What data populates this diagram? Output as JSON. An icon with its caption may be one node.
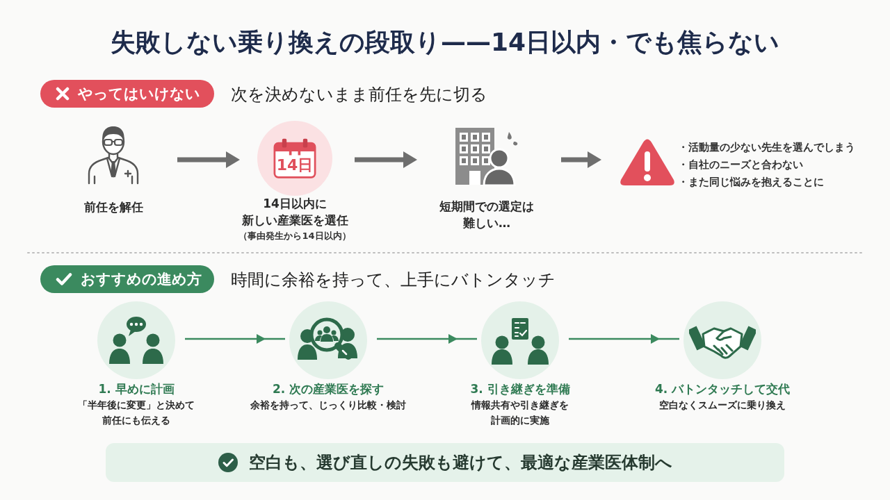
{
  "diagram": {
    "title": "失敗しない乗り換えの段取り——14日以内・でも焦らない",
    "nodes": [
      {
        "text": [
          "やってはいけない"
        ]
      },
      {
        "text": [
          "前任を解任"
        ]
      },
      {
        "text": [
          "14日",
          "14日以内に新しい産業医を選任",
          "（事由発生から14日以内）"
        ]
      },
      {
        "text": [
          "短期間での選定は難しい…"
        ]
      },
      {
        "text": [],
        "shape": "triangle",
        "beside": [
          "・活動量の少ない先生を選んでしまう",
          "・自社のニーズと合わない",
          "・また同じ悩みを抱えることに"
        ]
      },
      {
        "text": [
          "おすすめの進め方"
        ]
      },
      {
        "text": [
          "1. 早めに計画",
          "「半年後に変更」と決めて前任にも伝える"
        ]
      },
      {
        "text": [
          "2. 次の産業医を探す",
          "余裕を持って、じっくり比較・検討"
        ]
      },
      {
        "text": [
          "3. 引き継ぎを準備",
          "情報共有や引き継ぎを計画的に実施"
        ]
      },
      {
        "text": [
          "4. バトンタッチして交代",
          "空白なくスムーズに乗り換え"
        ]
      },
      {
        "text": [
          "空白も、選び直しの失敗も避けて、最適な産業医体制へ"
        ]
      }
    ],
    "edges": [
      {
        "from": 1,
        "to": 2,
        "arrow": "to",
        "style": "thick",
        "color": "#6e6e6e"
      },
      {
        "from": 2,
        "to": 3,
        "arrow": "to",
        "style": "thick",
        "color": "#6e6e6e"
      },
      {
        "from": 3,
        "to": 4,
        "arrow": "to",
        "style": "thick",
        "color": "#6e6e6e"
      },
      {
        "from": 6,
        "to": 7,
        "arrow": "to",
        "color": "#3b8a5f"
      },
      {
        "from": 7,
        "to": 8,
        "arrow": "to",
        "color": "#3b8a5f"
      },
      {
        "from": 8,
        "to": 9,
        "arrow": "to",
        "color": "#3b8a5f"
      }
    ],
    "labels": [
      "次を決めないまま前任を先に切る",
      "時間に余裕を持って、上手にバトンタッチ"
    ]
  }
}
